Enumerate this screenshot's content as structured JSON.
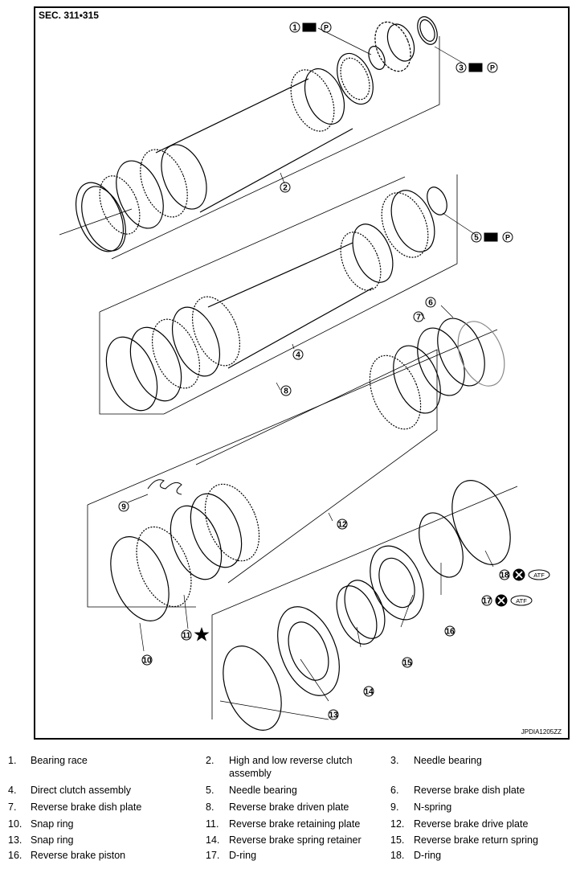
{
  "section": "SEC. 311•315",
  "figure_code": "JPDIA1205ZZ",
  "callouts": {
    "c1": "1",
    "c2": "2",
    "c3": "3",
    "c4": "4",
    "c5": "5",
    "c6": "6",
    "c7": "7",
    "c8": "8",
    "c9": "9",
    "c10": "10",
    "c11": "11",
    "c12": "12",
    "c13": "13",
    "c14": "14",
    "c15": "15",
    "c16": "16",
    "c17": "17",
    "c18": "18",
    "atf": "ATF"
  },
  "legend": [
    {
      "num": "1.",
      "text": "Bearing race"
    },
    {
      "num": "2.",
      "text": "High and low reverse clutch assembly"
    },
    {
      "num": "3.",
      "text": "Needle bearing"
    },
    {
      "num": "4.",
      "text": "Direct clutch assembly"
    },
    {
      "num": "5.",
      "text": "Needle bearing"
    },
    {
      "num": "6.",
      "text": "Reverse brake dish plate"
    },
    {
      "num": "7.",
      "text": "Reverse brake dish plate"
    },
    {
      "num": "8.",
      "text": "Reverse brake driven plate"
    },
    {
      "num": "9.",
      "text": "N-spring"
    },
    {
      "num": "10.",
      "text": "Snap ring"
    },
    {
      "num": "11.",
      "text": "Reverse brake retaining plate"
    },
    {
      "num": "12.",
      "text": "Reverse brake drive plate"
    },
    {
      "num": "13.",
      "text": "Snap ring"
    },
    {
      "num": "14.",
      "text": "Reverse brake spring retainer"
    },
    {
      "num": "15.",
      "text": "Reverse brake return spring"
    },
    {
      "num": "16.",
      "text": "Reverse brake piston"
    },
    {
      "num": "17.",
      "text": "D-ring"
    },
    {
      "num": "18.",
      "text": "D-ring"
    }
  ]
}
